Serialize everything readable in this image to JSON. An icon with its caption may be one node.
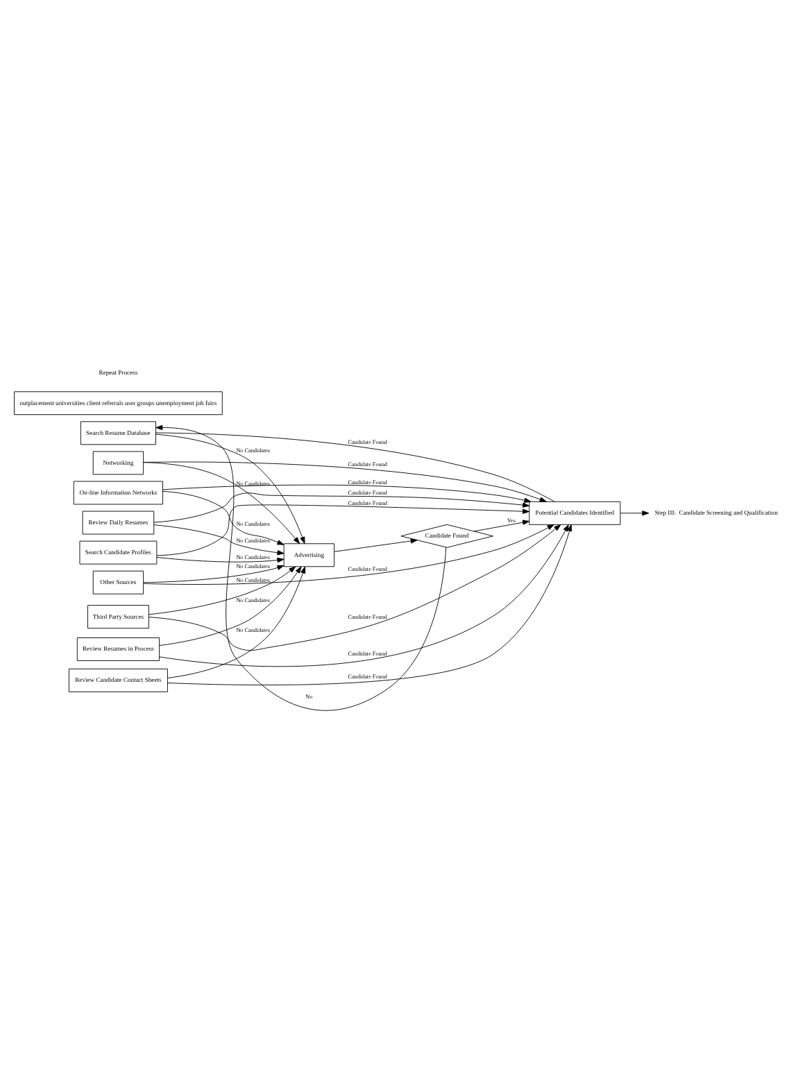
{
  "diagram": {
    "nodes": [
      {
        "text": [
          "Search Resume Database"
        ]
      },
      {
        "text": [
          "Search Candidate Profiles"
        ]
      },
      {
        "text": [
          "Review Daily Resumes"
        ]
      },
      {
        "text": [
          "Networking"
        ]
      },
      {
        "text": [
          "Review Resumes in Process"
        ]
      },
      {
        "text": [
          "Review Candidate Contact Sheets"
        ]
      },
      {
        "text": [
          "Third Party Sources"
        ]
      },
      {
        "text": [
          "On-line Information Networks"
        ]
      },
      {
        "text": [
          "Other Sources"
        ]
      },
      {
        "text": [
          "Advertising"
        ]
      },
      {
        "text": [
          "Candidate Found"
        ]
      },
      {
        "text": [
          "Potential Candidates Identified"
        ]
      },
      {
        "text": [
          "Step III:  Candidate Screening and Qualification"
        ]
      },
      {
        "text": [
          "outplacement universities client referrals user groups unemployment job fairs"
        ]
      }
    ],
    "edges": [
      {
        "from": 0,
        "to": 11,
        "arrow": "none",
        "label": "Candidate Found"
      },
      {
        "from": 0,
        "to": 9,
        "arrow": "to",
        "label": "No Candidates"
      },
      {
        "from": 1,
        "to": 11,
        "arrow": "to",
        "label": "Candidate Found"
      },
      {
        "from": 1,
        "to": 9,
        "arrow": "to",
        "label": "No Candidates"
      },
      {
        "from": 2,
        "to": 11,
        "arrow": "to",
        "label": "Candidate Found"
      },
      {
        "from": 2,
        "to": 9,
        "arrow": "to",
        "label": "No Candidates"
      },
      {
        "from": 3,
        "to": 11,
        "arrow": "to",
        "label": "Candidate Found"
      },
      {
        "from": 3,
        "to": 9,
        "arrow": "to",
        "label": "No Candidates"
      },
      {
        "from": 4,
        "to": 11,
        "arrow": "to",
        "label": "Candidate Found"
      },
      {
        "from": 4,
        "to": 9,
        "arrow": "to",
        "label": "No Candidates"
      },
      {
        "from": 5,
        "to": 11,
        "arrow": "to",
        "label": "Candidate Found"
      },
      {
        "from": 5,
        "to": 9,
        "arrow": "to",
        "label": "No Candidates"
      },
      {
        "from": 6,
        "to": 11,
        "arrow": "to",
        "label": "Candidate Found"
      },
      {
        "from": 6,
        "to": 9,
        "arrow": "to",
        "label": "No Candidates"
      },
      {
        "from": 7,
        "to": 11,
        "arrow": "to",
        "label": "Candidate Found"
      },
      {
        "from": 7,
        "to": 9,
        "arrow": "to",
        "label": "No Candidates"
      },
      {
        "from": 8,
        "to": 11,
        "arrow": "to",
        "label": "Candidate Found"
      },
      {
        "from": 8,
        "to": 9,
        "arrow": "to",
        "label": "No Candidates"
      },
      {
        "from": 9,
        "to": 10,
        "arrow": "to"
      },
      {
        "from": 10,
        "to": 0,
        "arrow": "to",
        "label": "No"
      },
      {
        "from": 10,
        "to": 11,
        "arrow": "to",
        "label": "Yes"
      },
      {
        "from": 11,
        "to": 12,
        "arrow": "to"
      }
    ],
    "labels": [
      "Repeat Process"
    ]
  }
}
